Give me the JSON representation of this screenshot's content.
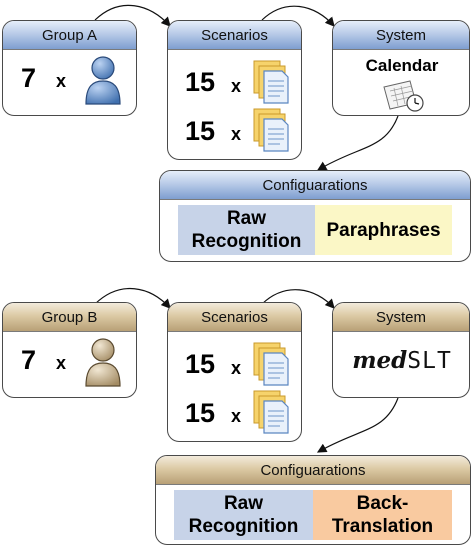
{
  "panel_a": {
    "group": {
      "title": "Group A",
      "count": "7",
      "times": "x",
      "icon": "person-icon",
      "color": "#5b86c0"
    },
    "scenarios": {
      "title": "Scenarios",
      "rows": [
        {
          "count": "15",
          "times": "x",
          "icon": "documents-icon"
        },
        {
          "count": "15",
          "times": "x",
          "icon": "documents-icon"
        }
      ]
    },
    "system": {
      "title": "System",
      "name": "Calendar",
      "icon": "calendar-icon"
    },
    "configurations": {
      "title": "Configuarations",
      "left": [
        "Raw",
        "Recognition"
      ],
      "right": [
        "Paraphrases"
      ],
      "left_color": "#c7d3e8",
      "right_color": "#fbf7c6"
    },
    "header_color": "#9db4dc"
  },
  "panel_b": {
    "group": {
      "title": "Group B",
      "count": "7",
      "times": "x",
      "icon": "person-icon",
      "color": "#c9b48f"
    },
    "scenarios": {
      "title": "Scenarios",
      "rows": [
        {
          "count": "15",
          "times": "x",
          "icon": "documents-icon"
        },
        {
          "count": "15",
          "times": "x",
          "icon": "documents-icon"
        }
      ]
    },
    "system": {
      "title": "System",
      "logo_italic": "med",
      "logo_mono": "SLT",
      "icon": "medslt-logo"
    },
    "configurations": {
      "title": "Configuarations",
      "left": [
        "Raw",
        "Recognition"
      ],
      "right": [
        "Back-",
        "Translation"
      ],
      "left_color": "#c7d3e8",
      "right_color": "#f9caa0"
    },
    "header_color": "#cdb98f"
  }
}
